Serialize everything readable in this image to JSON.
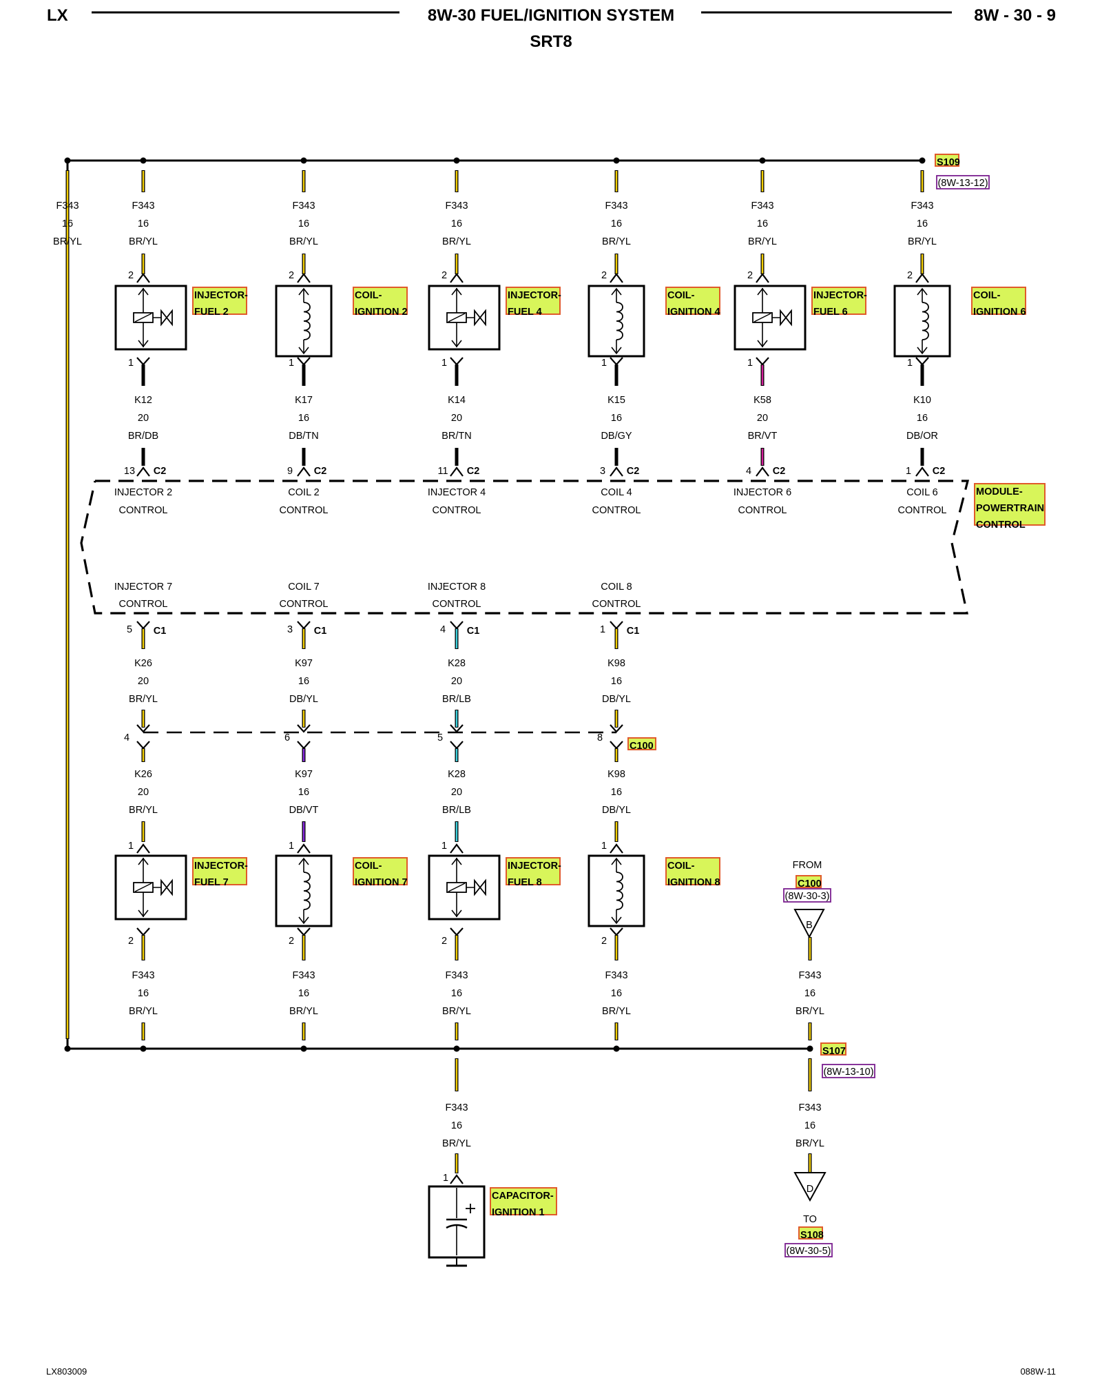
{
  "header": {
    "left": "LX",
    "title": "8W-30 FUEL/IGNITION SYSTEM",
    "subtitle": "SRT8",
    "page": "8W - 30 - 9"
  },
  "top_splice": {
    "id": "S109",
    "ref": "(8W-13-12)"
  },
  "bottom_splice": {
    "id": "S107",
    "ref": "(8W-13-10)"
  },
  "left_wire": {
    "circuit": "F343",
    "gauge": "16",
    "color": "BR/YL"
  },
  "top_components": [
    {
      "label1": "INJECTOR-",
      "label2": "FUEL 2",
      "kind": "injector",
      "in_wire": {
        "circuit": "F343",
        "gauge": "16",
        "color": "BR/YL"
      },
      "pin_top": "2",
      "pin_bot": "1",
      "out_wire": {
        "circuit": "K12",
        "gauge": "20",
        "color": "BR/DB"
      },
      "pcm_pin": "13",
      "pcm_conn": "C2",
      "pcm_l1": "INJECTOR 2",
      "pcm_l2": "CONTROL"
    },
    {
      "label1": "COIL-",
      "label2": "IGNITION 2",
      "kind": "coil",
      "in_wire": {
        "circuit": "F343",
        "gauge": "16",
        "color": "BR/YL"
      },
      "pin_top": "2",
      "pin_bot": "1",
      "out_wire": {
        "circuit": "K17",
        "gauge": "16",
        "color": "DB/TN"
      },
      "pcm_pin": "9",
      "pcm_conn": "C2",
      "pcm_l1": "COIL 2",
      "pcm_l2": "CONTROL"
    },
    {
      "label1": "INJECTOR-",
      "label2": "FUEL 4",
      "kind": "injector",
      "in_wire": {
        "circuit": "F343",
        "gauge": "16",
        "color": "BR/YL"
      },
      "pin_top": "2",
      "pin_bot": "1",
      "out_wire": {
        "circuit": "K14",
        "gauge": "20",
        "color": "BR/TN"
      },
      "pcm_pin": "11",
      "pcm_conn": "C2",
      "pcm_l1": "INJECTOR 4",
      "pcm_l2": "CONTROL"
    },
    {
      "label1": "COIL-",
      "label2": "IGNITION 4",
      "kind": "coil",
      "in_wire": {
        "circuit": "F343",
        "gauge": "16",
        "color": "BR/YL"
      },
      "pin_top": "2",
      "pin_bot": "1",
      "out_wire": {
        "circuit": "K15",
        "gauge": "16",
        "color": "DB/GY"
      },
      "pcm_pin": "3",
      "pcm_conn": "C2",
      "pcm_l1": "COIL 4",
      "pcm_l2": "CONTROL"
    },
    {
      "label1": "INJECTOR-",
      "label2": "FUEL 6",
      "kind": "injector",
      "in_wire": {
        "circuit": "F343",
        "gauge": "16",
        "color": "BR/YL"
      },
      "pin_top": "2",
      "pin_bot": "1",
      "out_wire": {
        "circuit": "K58",
        "gauge": "20",
        "color": "BR/VT"
      },
      "pcm_pin": "4",
      "pcm_conn": "C2",
      "pcm_l1": "INJECTOR 6",
      "pcm_l2": "CONTROL"
    },
    {
      "label1": "COIL-",
      "label2": "IGNITION 6",
      "kind": "coil",
      "in_wire": {
        "circuit": "F343",
        "gauge": "16",
        "color": "BR/YL"
      },
      "pin_top": "2",
      "pin_bot": "1",
      "out_wire": {
        "circuit": "K10",
        "gauge": "16",
        "color": "DB/OR"
      },
      "pcm_pin": "1",
      "pcm_conn": "C2",
      "pcm_l1": "COIL 6",
      "pcm_l2": "CONTROL"
    }
  ],
  "module": {
    "l1": "MODULE-",
    "l2": "POWERTRAIN",
    "l3": "CONTROL"
  },
  "bottom_components": [
    {
      "pcm_l1": "INJECTOR 7",
      "pcm_l2": "CONTROL",
      "pcm_pin": "5",
      "pcm_conn": "C1",
      "wire1": {
        "circuit": "K26",
        "gauge": "20",
        "color": "BR/YL"
      },
      "c100_pin": "4",
      "wire2": {
        "circuit": "K26",
        "gauge": "20",
        "color": "BR/YL"
      },
      "pin_top": "1",
      "pin_bot": "2",
      "label1": "INJECTOR-",
      "label2": "FUEL 7",
      "kind": "injector",
      "feed": {
        "circuit": "F343",
        "gauge": "16",
        "color": "BR/YL"
      }
    },
    {
      "pcm_l1": "COIL 7",
      "pcm_l2": "CONTROL",
      "pcm_pin": "3",
      "pcm_conn": "C1",
      "wire1": {
        "circuit": "K97",
        "gauge": "16",
        "color": "DB/YL"
      },
      "c100_pin": "6",
      "wire2": {
        "circuit": "K97",
        "gauge": "16",
        "color": "DB/VT"
      },
      "pin_top": "1",
      "pin_bot": "2",
      "label1": "COIL-",
      "label2": "IGNITION 7",
      "kind": "coil",
      "feed": {
        "circuit": "F343",
        "gauge": "16",
        "color": "BR/YL"
      }
    },
    {
      "pcm_l1": "INJECTOR 8",
      "pcm_l2": "CONTROL",
      "pcm_pin": "4",
      "pcm_conn": "C1",
      "wire1": {
        "circuit": "K28",
        "gauge": "20",
        "color": "BR/LB"
      },
      "c100_pin": "5",
      "wire2": {
        "circuit": "K28",
        "gauge": "20",
        "color": "BR/LB"
      },
      "pin_top": "1",
      "pin_bot": "2",
      "label1": "INJECTOR-",
      "label2": "FUEL 8",
      "kind": "injector",
      "feed": {
        "circuit": "F343",
        "gauge": "16",
        "color": "BR/YL"
      }
    },
    {
      "pcm_l1": "COIL 8",
      "pcm_l2": "CONTROL",
      "pcm_pin": "1",
      "pcm_conn": "C1",
      "wire1": {
        "circuit": "K98",
        "gauge": "16",
        "color": "DB/YL"
      },
      "c100_pin": "8",
      "wire2": {
        "circuit": "K98",
        "gauge": "16",
        "color": "DB/YL"
      },
      "pin_top": "1",
      "pin_bot": "2",
      "label1": "COIL-",
      "label2": "IGNITION 8",
      "kind": "coil",
      "feed": {
        "circuit": "F343",
        "gauge": "16",
        "color": "BR/YL"
      }
    }
  ],
  "c100_label": "C100",
  "from": {
    "word": "FROM",
    "conn": "C100",
    "ref": "(8W-30-3)",
    "letter": "B",
    "wire": {
      "circuit": "F343",
      "gauge": "16",
      "color": "BR/YL"
    }
  },
  "capacitor": {
    "l1": "CAPACITOR-",
    "l2": "IGNITION 1",
    "pin": "1",
    "wire": {
      "circuit": "F343",
      "gauge": "16",
      "color": "BR/YL"
    }
  },
  "to": {
    "word": "TO",
    "conn": "S108",
    "ref": "(8W-30-5)",
    "letter": "D",
    "wire": {
      "circuit": "F343",
      "gauge": "16",
      "color": "BR/YL"
    }
  },
  "footer": {
    "left": "LX803009",
    "right": "088W-11"
  },
  "colors": {
    "wire_yellow": "#f5d000",
    "wire_cyan": "#3ed4e0",
    "wire_purple": "#8a2be2",
    "wire_magenta": "#d3209a",
    "label_bg": "#d8f55a",
    "label_border": "#e05a2a",
    "ref_border": "#7a1f8f"
  }
}
